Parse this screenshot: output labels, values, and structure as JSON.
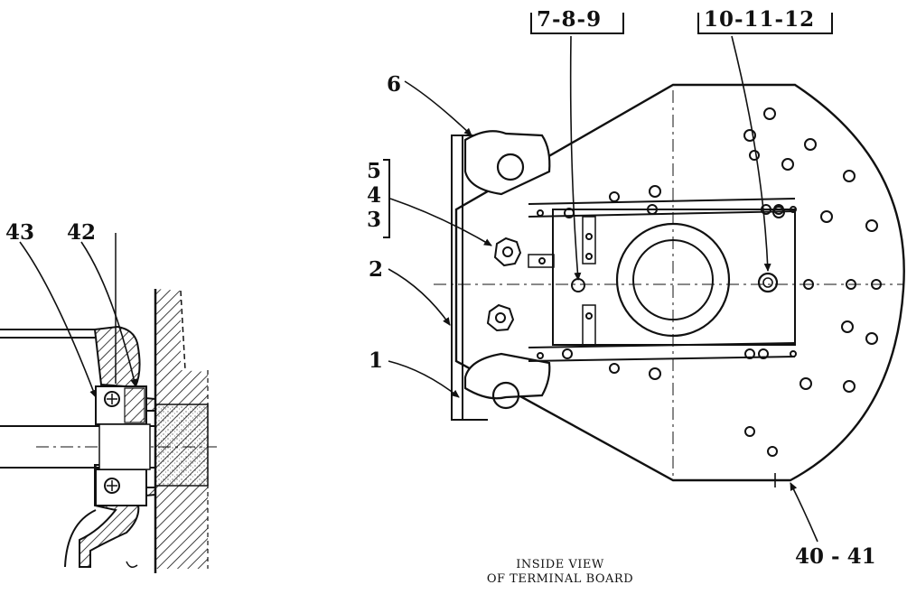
{
  "callouts": {
    "c43": "43",
    "c42": "42",
    "c6": "6",
    "c5": "5",
    "c4": "4",
    "c3": "3",
    "c2": "2",
    "c1": "1",
    "c789": "7-8-9",
    "c101112": "10-11-12",
    "c4041": "40 - 41"
  },
  "caption": {
    "line1": "INSIDE VIEW",
    "line2": "OF TERMINAL BOARD"
  },
  "colors": {
    "ink": "#111111",
    "paper": "#ffffff"
  }
}
